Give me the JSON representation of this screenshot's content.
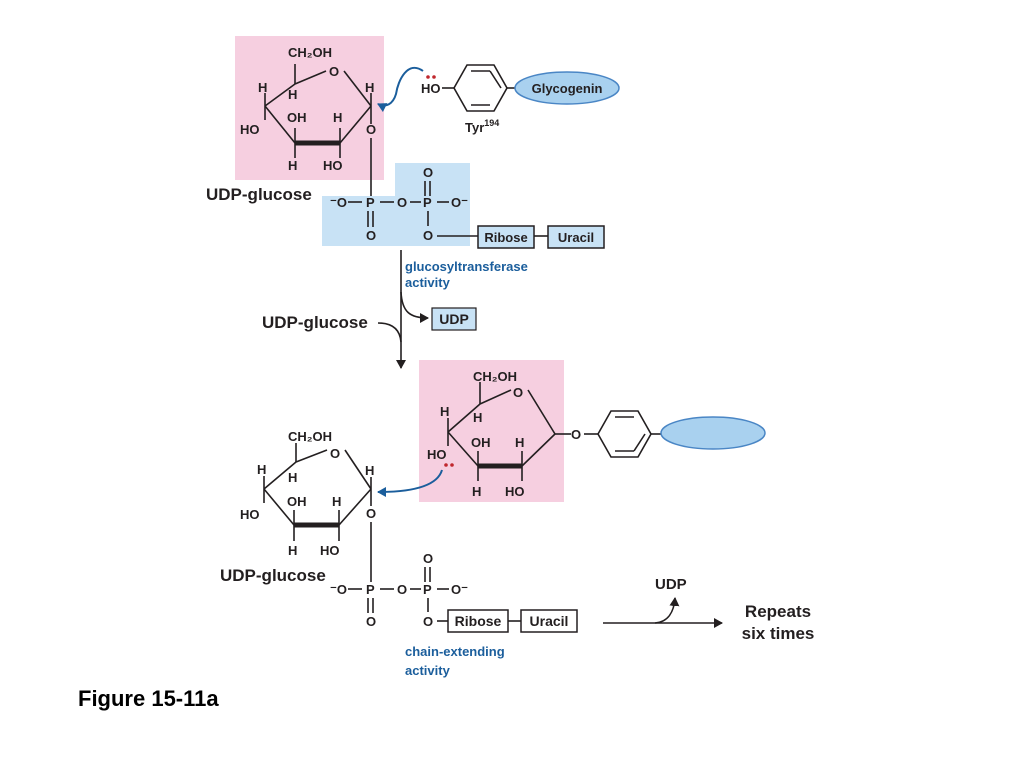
{
  "colors": {
    "pink_box": "#f6cfe0",
    "blue_box": "#c8e2f5",
    "enzyme_fill": "#a9d1ef",
    "enzyme_stroke": "#4a86c5",
    "arrow_blue": "#1b5e9c",
    "lone_pair_red": "#c0272d",
    "ink": "#231f20"
  },
  "labels": {
    "udp_glucose": "UDP-glucose",
    "udp": "UDP",
    "glycogenin": "Glycogenin",
    "tyr": "Tyr",
    "tyr_sup": "194",
    "ribose": "Ribose",
    "uracil": "Uracil",
    "activity_1_line1": "glucosyltransferase",
    "activity_1_line2": "activity",
    "activity_2_line1": "chain-extending",
    "activity_2_line2": "activity",
    "repeats_line1": "Repeats",
    "repeats_line2": "six times",
    "caption": "Figure 15-11a"
  },
  "atoms": {
    "ch2oh": "CH₂OH",
    "O": "O",
    "H": "H",
    "OH": "OH",
    "HO": "HO",
    "P": "P",
    "O_minus_left": "⁻O",
    "O_minus_right": "O⁻"
  }
}
